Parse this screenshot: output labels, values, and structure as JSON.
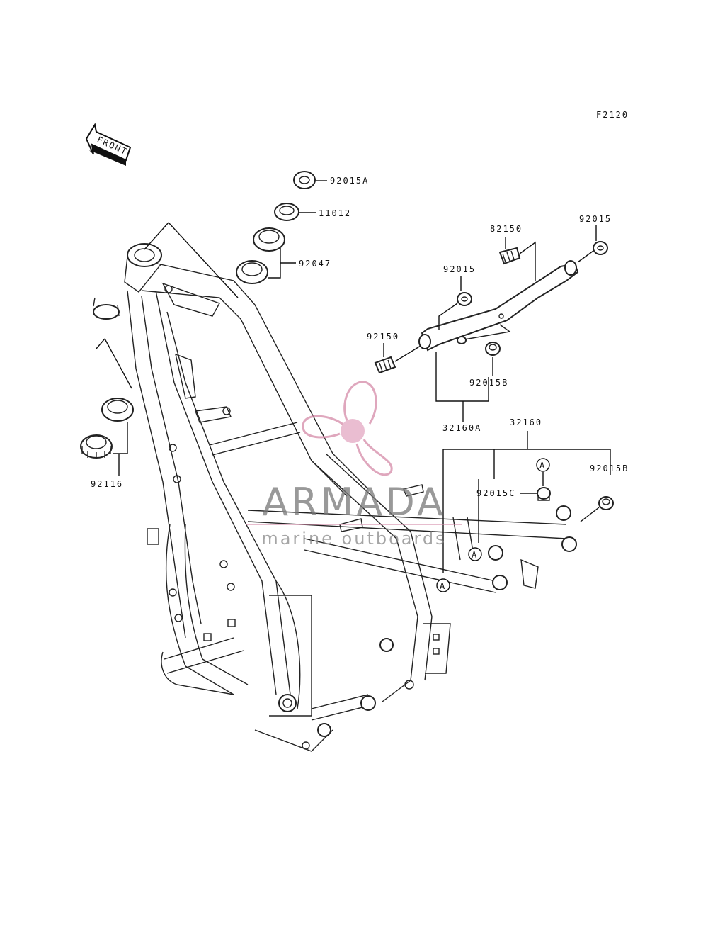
{
  "figure_code": "F2120",
  "front_label": "FRONT",
  "callout_a": "A",
  "watermark": {
    "brand": "ARMADA",
    "tagline": "marine outboards",
    "color": "#d58aa8"
  },
  "parts": {
    "p_92015A": "92015A",
    "p_11012": "11012",
    "p_92047": "92047",
    "p_92116": "92116",
    "p_82150": "82150",
    "p_92015_top": "92015",
    "p_92015_mid": "92015",
    "p_92150": "92150",
    "p_92015B_upper": "92015B",
    "p_32160A": "32160A",
    "p_32160": "32160",
    "p_92015B_right": "92015B",
    "p_92015C": "92015C"
  }
}
